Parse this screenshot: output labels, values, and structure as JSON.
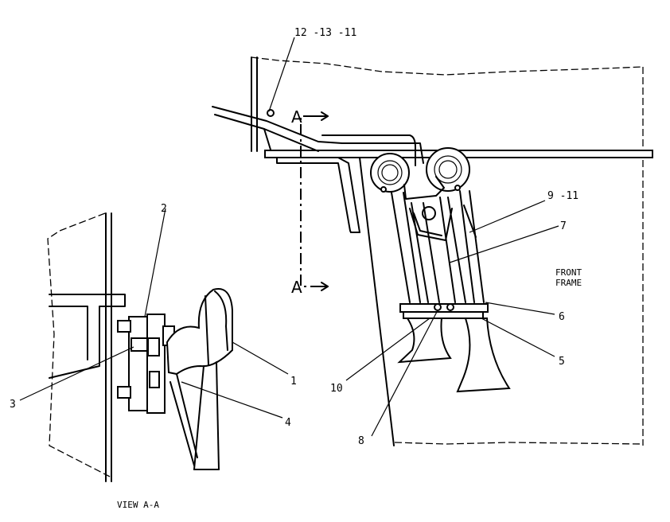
{
  "callouts": {
    "c1": "1",
    "c2": "2",
    "c3": "3",
    "c4": "4",
    "c5": "5",
    "c6": "6",
    "c7": "7",
    "c8": "8",
    "c10": "10",
    "c9_11": "9 -11",
    "c12_13_11": "12 -13 -11"
  },
  "section_marker": "A",
  "labels": {
    "front": "FRONT",
    "frame": "FRAME",
    "view": "VIEW  A-A"
  }
}
